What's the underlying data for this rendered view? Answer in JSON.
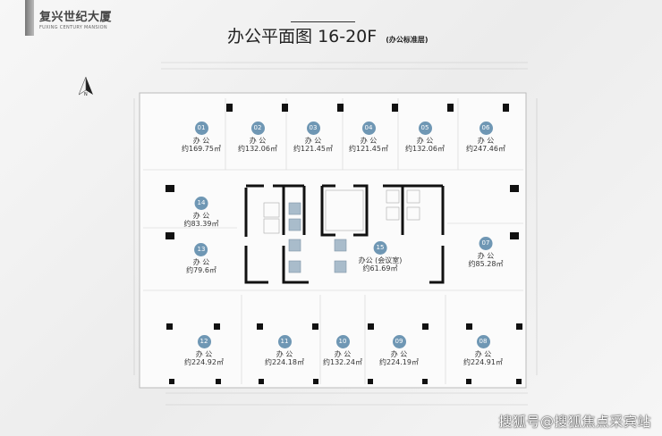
{
  "logo": {
    "name_cn": "复兴世纪大厦",
    "name_en": "FUXING CENTURY MANSION"
  },
  "title": {
    "main": "办公平面图",
    "floors": "16-20F",
    "note": "(办公标准层)"
  },
  "compass": {
    "label": "N"
  },
  "units": [
    {
      "no": "01",
      "type": "办 公",
      "area": "约169.75㎡"
    },
    {
      "no": "02",
      "type": "办 公",
      "area": "约132.06㎡"
    },
    {
      "no": "03",
      "type": "办 公",
      "area": "约121.45㎡"
    },
    {
      "no": "04",
      "type": "办 公",
      "area": "约121.45㎡"
    },
    {
      "no": "05",
      "type": "办 公",
      "area": "约132.06㎡"
    },
    {
      "no": "06",
      "type": "办 公",
      "area": "约247.46㎡"
    },
    {
      "no": "07",
      "type": "办 公",
      "area": "约85.28㎡"
    },
    {
      "no": "08",
      "type": "办 公",
      "area": "约224.91㎡"
    },
    {
      "no": "09",
      "type": "办 公",
      "area": "约224.19㎡"
    },
    {
      "no": "10",
      "type": "办 公",
      "area": "约132.24㎡"
    },
    {
      "no": "11",
      "type": "办 公",
      "area": "约224.18㎡"
    },
    {
      "no": "12",
      "type": "办 公",
      "area": "约224.92㎡"
    },
    {
      "no": "13",
      "type": "办 公",
      "area": "约79.6㎡"
    },
    {
      "no": "14",
      "type": "办 公",
      "area": "约83.39㎡"
    },
    {
      "no": "15",
      "type": "办公 (会议室)",
      "area": "约61.69㎡"
    }
  ],
  "colors": {
    "badge": "#6f97b4",
    "elevator": "#a9bccb",
    "wall": "#111111"
  },
  "watermark": "搜狐号@搜狐焦点采宾站"
}
